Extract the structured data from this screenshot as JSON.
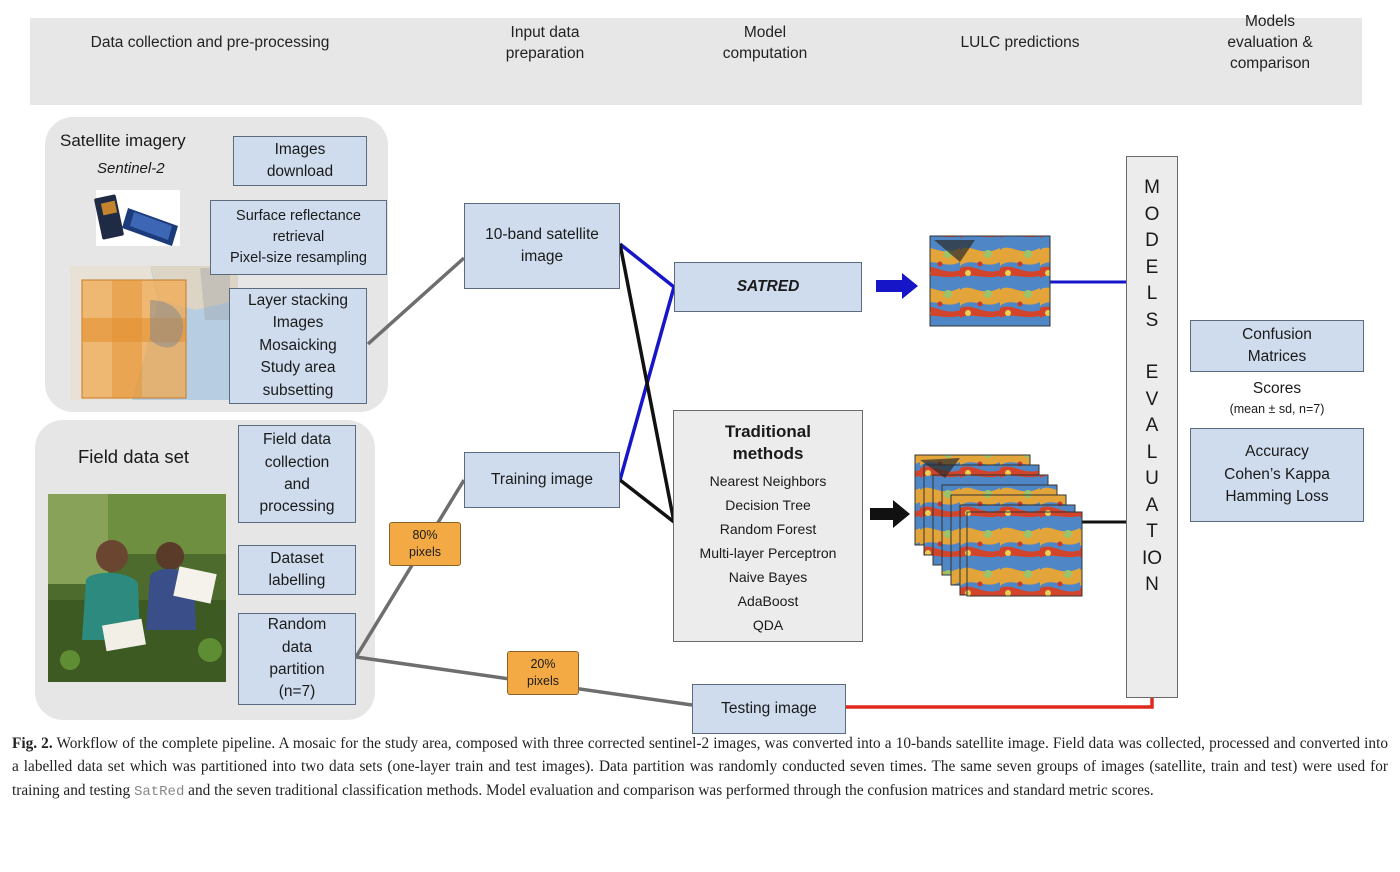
{
  "header": {
    "col1": "Data collection and pre-processing",
    "col2": "Input data\npreparation",
    "col3": "Model\ncomputation",
    "col4": "LULC predictions",
    "col5": "Models\nevaluation &\ncomparison"
  },
  "satellite": {
    "title": "Satellite imagery",
    "subtitle": "Sentinel-2",
    "images_download": "Images\ndownload",
    "surface": "Surface reflectance\nretrieval\nPixel-size resampling",
    "layer": "Layer stacking\nImages\nMosaicking\nStudy area\nsubsetting"
  },
  "field": {
    "title": "Field data set",
    "collection": "Field data\ncollection\nand\nprocessing",
    "labelling": "Dataset\nlabelling",
    "partition": "Random\ndata\npartition\n(n=7)"
  },
  "input": {
    "band": "10-band satellite\nimage",
    "training": "Training image",
    "testing": "Testing image",
    "tag80": "80%\npixels",
    "tag20": "20%\npixels"
  },
  "model": {
    "satred": "SATRED",
    "traditional_title": "Traditional\nmethods",
    "methods": [
      "Nearest Neighbors",
      "Decision Tree",
      "Random Forest",
      "Multi-layer Perceptron",
      "Naive Bayes",
      "AdaBoost",
      "QDA"
    ]
  },
  "evaluation": {
    "letters": [
      "M",
      "O",
      "D",
      "E",
      "L",
      "S",
      "",
      "E",
      "V",
      "A",
      "L",
      "U",
      "A",
      "T",
      "IO",
      "N"
    ],
    "confusion": "Confusion\nMatrices",
    "scores": "Scores",
    "scores_sub": "(mean ± sd, n=7)",
    "metrics": "Accuracy\nCohen’s Kappa\nHamming Loss"
  },
  "caption": {
    "fig": "Fig. 2.",
    "text1": "Workflow of the complete pipeline. A mosaic for the study area, composed with three corrected sentinel-2 images, was converted into a 10-bands satellite image. Field data was collected, processed and converted into a labelled data set which was partitioned into two data sets (one-layer train and test images). Data partition was randomly conducted seven times. The same seven groups of images (satellite, train and test) were used for training and testing ",
    "code": "SatRed",
    "text2": " and the seven traditional classification methods. Model evaluation and comparison was performed through the confusion matrices and standard metric scores."
  },
  "colors": {
    "box_fill": "#cfdcee",
    "tag_fill": "#f3aa44",
    "blue_line": "#1616c8",
    "red_line": "#e0281c",
    "panel": "#e6e6e6"
  }
}
